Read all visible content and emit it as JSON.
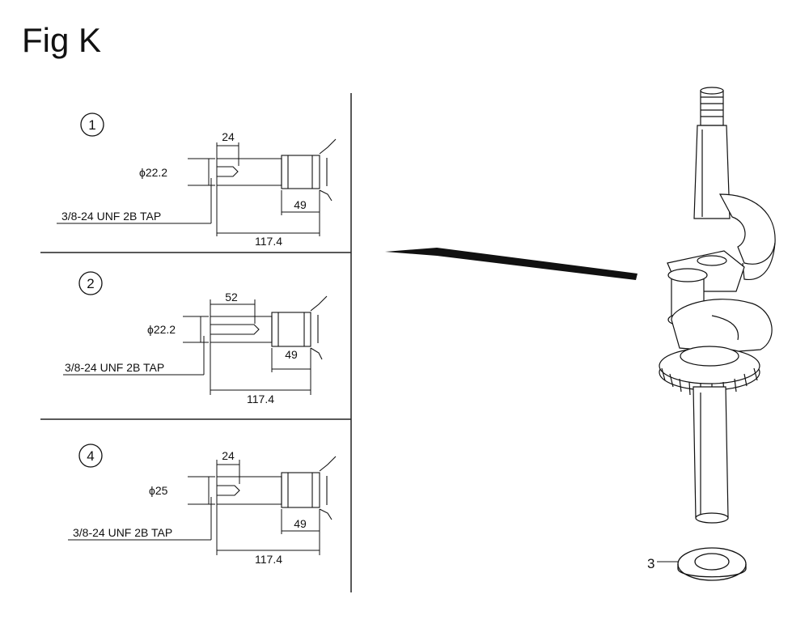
{
  "figure": {
    "title": "Fig K"
  },
  "panels": [
    {
      "number": "1",
      "top_dim": "24",
      "diameter": "ϕ22.2",
      "tap": "3/8-24 UNF 2B TAP",
      "dim_49": "49",
      "total": "117.4"
    },
    {
      "number": "2",
      "top_dim": "52",
      "diameter": "ϕ22.2",
      "tap": "3/8-24 UNF 2B TAP",
      "dim_49": "49",
      "total": "117.4"
    },
    {
      "number": "4",
      "top_dim": "24",
      "diameter": "ϕ25",
      "tap": "3/8-24 UNF 2B TAP",
      "dim_49": "49",
      "total": "117.4"
    }
  ],
  "callouts": {
    "washer": "3"
  }
}
